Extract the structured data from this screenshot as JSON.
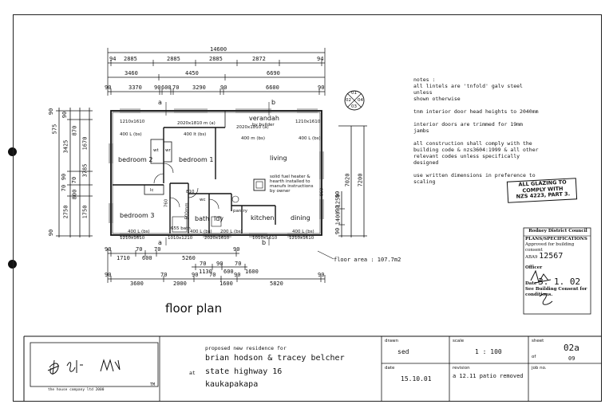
{
  "dimensions": {
    "top": {
      "overall": "14600",
      "row1": [
        "94",
        "2885",
        "2885",
        "2885",
        "2872",
        "94"
      ],
      "row2": [
        "3460",
        "4450",
        "6690"
      ],
      "row3": [
        "90",
        "3370",
        "90",
        "600",
        "70",
        "3290",
        "90",
        "6600",
        "90"
      ]
    },
    "bottom": {
      "row1": [
        "90",
        "1710",
        "70",
        "600",
        "70",
        "5260",
        "90"
      ],
      "row2": [
        "70",
        "1130",
        "90",
        "600",
        "70",
        "1600"
      ],
      "row3": [
        "90",
        "3600",
        "70",
        "2000",
        "90",
        "70",
        "1600",
        "90",
        "5820",
        "90"
      ]
    },
    "left": [
      "90",
      "575",
      "90",
      "3425",
      "870",
      "1670",
      "3785",
      "90",
      "70",
      "2750",
      "70",
      "800",
      "1750",
      "90"
    ],
    "right": [
      "7020",
      "7200",
      "90",
      "90",
      "1400",
      "90",
      "1250"
    ]
  },
  "window_labels": {
    "top_left": "1210x1610",
    "top_mid": "2020x1810 m (a)",
    "top_right_top": "2020x1810 (a)",
    "top_right": "1210x1610",
    "bed2_lintel": "400 L (bs)",
    "bed1_lintel": "400 lt (bs)",
    "living_lintel": "400 m (bs)",
    "living_lintel2": "400 L (bs)",
    "bottom_left": "1210x1610",
    "bottom_mid": "2020x1610",
    "bottom_r1": "1010x1210",
    "bottom_r2": "1010x1610",
    "bottom_right": "1210x1610",
    "bed3_lintel": "400 L (bs)",
    "bath_lintel": "400 L (bs)",
    "dining_lintel": "400 L (bs)",
    "laundry_win": "655 bath",
    "laundry_lintel": "200 L (bs)"
  },
  "rooms": {
    "bedroom1": "bedroom 1",
    "bedroom2": "bedroom 2",
    "bedroom3": "bedroom 3",
    "living": "living",
    "bath": "bath",
    "ldy": "ldy",
    "kitchen": "kitchen",
    "dining": "dining",
    "pantry": "pantry",
    "verandah": "verandah",
    "verandah_note": "by builder",
    "wc": "wc",
    "wt": "wt",
    "wr": "wr",
    "lc": "lc",
    "heater_note": "solid fuel heater & hearth installed to manufs instructions by owner",
    "door_760": "760",
    "door_810": "810",
    "door_860": "860",
    "stair": "500mm"
  },
  "section": {
    "a": "a",
    "b": "b",
    "a2": "a",
    "b2": "b"
  },
  "compass": [
    "01",
    "02",
    "03",
    "04"
  ],
  "floor_area": "floor area : 107.7m2",
  "notes": {
    "heading": "notes :",
    "lines": [
      "all lintels are 'tnfold' galv steel unless",
      "shown otherwise",
      "",
      "tnm interior door head heights to 2040mm",
      "",
      "interior doors are trimmed for 19mm jambs",
      "",
      "all construction shall comply with the",
      "building code & nzs3604:1999 & all other",
      "relevant codes unless specifically designed",
      "",
      "use written dimensions in preference to",
      "scaling"
    ]
  },
  "glazing_stamp": [
    "ALL GLAZING TO",
    "COMPLY WITH",
    "NZS 4223, PART 3."
  ],
  "council_stamp": {
    "title": "Rodney District Council",
    "line1": "PLANS/SPECIFICATIONS",
    "line2": "Approved for building",
    "line3": "consent",
    "aba_label": "ABA9",
    "aba_no": "12567",
    "officer": "Officer",
    "date_label": "Date",
    "date": "3. 1. 02",
    "footer1": "See Building Consent for",
    "footer2": "conditions."
  },
  "drawing_title": "floor plan",
  "title_block": {
    "logo_caption": "the house company ltd 2000",
    "tm": "TM",
    "proposed": "proposed new residence for",
    "client": "brian hodson & tracey belcher",
    "at": "at",
    "address1": "state highway 16",
    "address2": "kaukapakapa",
    "drawn_label": "drawn",
    "drawn": "sed",
    "scale_label": "scale",
    "scale": "1 : 100",
    "sheet_label": "sheet",
    "sheet": "02a",
    "of_label": "of",
    "of": "09",
    "date_label": "date",
    "date": "15.10.01",
    "revision_label": "revision",
    "revision": "a 12.11 patio removed",
    "jobno_label": "job no."
  }
}
